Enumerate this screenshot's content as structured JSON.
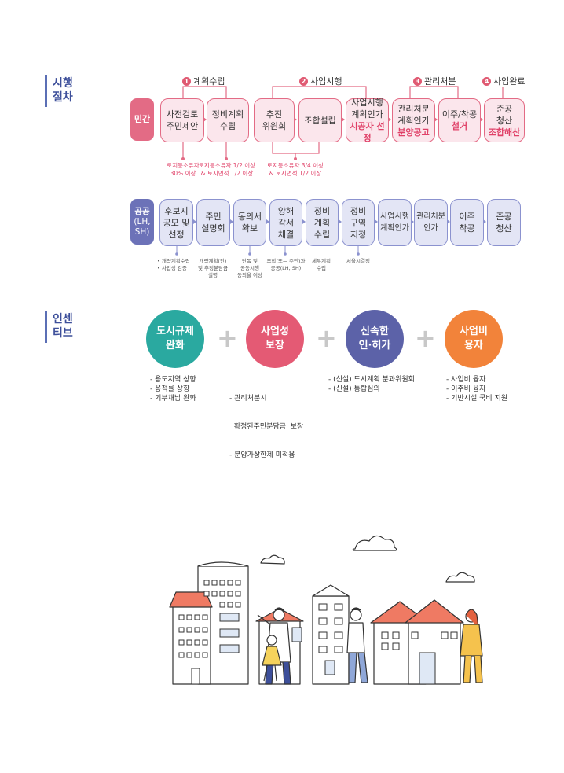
{
  "sections": {
    "process": {
      "title": [
        "시행",
        "절차"
      ]
    },
    "incentive": {
      "title": [
        "인센",
        "티브"
      ]
    }
  },
  "private": {
    "tag": "민간",
    "stages": [
      {
        "num": "1",
        "label": "계획수립"
      },
      {
        "num": "2",
        "label": "사업시행"
      },
      {
        "num": "3",
        "label": "관리처분"
      },
      {
        "num": "4",
        "label": "사업완료"
      }
    ],
    "steps": [
      {
        "lines": [
          "사전검토",
          "주민제안"
        ]
      },
      {
        "lines": [
          "정비계획",
          "수립"
        ]
      },
      {
        "lines": [
          "추진",
          "위원회"
        ]
      },
      {
        "lines": [
          "조합설립"
        ]
      },
      {
        "lines": [
          "사업시행",
          "계획인가"
        ],
        "emphasis": "시공자 선정"
      },
      {
        "lines": [
          "관리처분",
          "계획인가"
        ],
        "emphasis": "분양공고"
      },
      {
        "lines": [
          "이주/착공"
        ],
        "emphasis": "철거"
      },
      {
        "lines": [
          "준공",
          "청산"
        ],
        "emphasis": "조합해산"
      }
    ],
    "notes": [
      {
        "lines": [
          "토지등소유자",
          "30% 이상"
        ]
      },
      {
        "lines": [
          "토지등소유자 1/2 이상",
          "& 토지면적 1/2 이상"
        ]
      },
      {
        "lines": [
          "토지등소유자 3/4 이상",
          "& 토지면적 1/2 이상"
        ]
      }
    ]
  },
  "public": {
    "tag": [
      "공공",
      "(LH,",
      "SH)"
    ],
    "steps": [
      {
        "lines": [
          "후보지",
          "공모 및",
          "선정"
        ]
      },
      {
        "lines": [
          "주민",
          "설명회"
        ]
      },
      {
        "lines": [
          "동의서",
          "확보"
        ]
      },
      {
        "lines": [
          "양해",
          "각서",
          "체결"
        ]
      },
      {
        "lines": [
          "정비",
          "계획",
          "수립"
        ]
      },
      {
        "lines": [
          "정비",
          "구역",
          "지정"
        ]
      },
      {
        "lines": [
          "사업시행",
          "계획인가"
        ]
      },
      {
        "lines": [
          "관리처분",
          "인가"
        ]
      },
      {
        "lines": [
          "이주",
          "착공"
        ]
      },
      {
        "lines": [
          "준공",
          "청산"
        ]
      }
    ],
    "notes": [
      {
        "lines": [
          "• 개략계획수립",
          "• 사업성 검증"
        ]
      },
      {
        "lines": [
          "개략계획(안)",
          "및 추정분담금",
          "설명"
        ]
      },
      {
        "lines": [
          "단독 및",
          "공동시행",
          "동의율 이상"
        ]
      },
      {
        "lines": [
          "조합(또는 주민)과",
          "공공(LH, SH)"
        ]
      },
      {
        "lines": [
          "세부계획",
          "수립"
        ]
      },
      {
        "lines": [
          "서울시결정"
        ]
      }
    ]
  },
  "incentives": [
    {
      "lines": [
        "도시규제",
        "완화"
      ],
      "color": "#2aa9a0",
      "items": [
        "- 용도지역 상향",
        "- 용적률 상향",
        "- 기부채납 완화"
      ]
    },
    {
      "lines": [
        "사업성",
        "보장"
      ],
      "color": "#e45a74",
      "items": [
        "- 관리처분시",
        "  확정된주민분담금  보장",
        "- 분양가상한제 미적용"
      ]
    },
    {
      "lines": [
        "신속한",
        "인·허가"
      ],
      "color": "#5c62a8",
      "items": [
        "- (신설) 도시계획 분과위원회",
        "- (신설) 통합심의"
      ]
    },
    {
      "lines": [
        "사업비",
        "융자"
      ],
      "color": "#f2833a",
      "items": [
        "- 사업비 융자",
        "- 이주비 융자",
        "- 기반시설 국비 지원"
      ]
    }
  ],
  "plus_sign": "+",
  "colors": {
    "private": "#e36b85",
    "public": "#6c72b8",
    "accent": "#e04168",
    "section": "#3d4f9a"
  }
}
